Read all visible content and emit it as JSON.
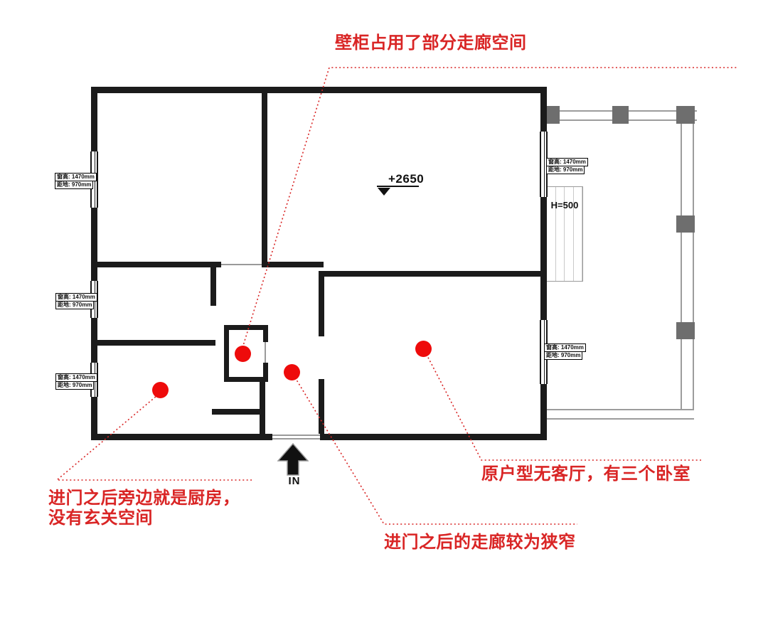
{
  "colors": {
    "annotation_red": "#d92525",
    "marker_red": "#ee0b0b",
    "wall_black": "#1b1b1b",
    "balcony_column_gray": "#6e6e6e"
  },
  "annotations": {
    "closet": {
      "text": "壁柜占用了部分走廊空间"
    },
    "kitchen": {
      "line1": "进门之后旁边就是厨房，",
      "line2": "没有玄关空间"
    },
    "corridor": {
      "text": "进门之后的走廊较为狭窄"
    },
    "bedrooms": {
      "text": "原户型无客厅，有三个卧室"
    }
  },
  "plan": {
    "elevation_marker": "+2650",
    "cabinet_height_label": "H=500",
    "entry_label": "IN",
    "window_label": {
      "height": "窗高: 1470mm",
      "sill": "距地: 970mm"
    }
  }
}
